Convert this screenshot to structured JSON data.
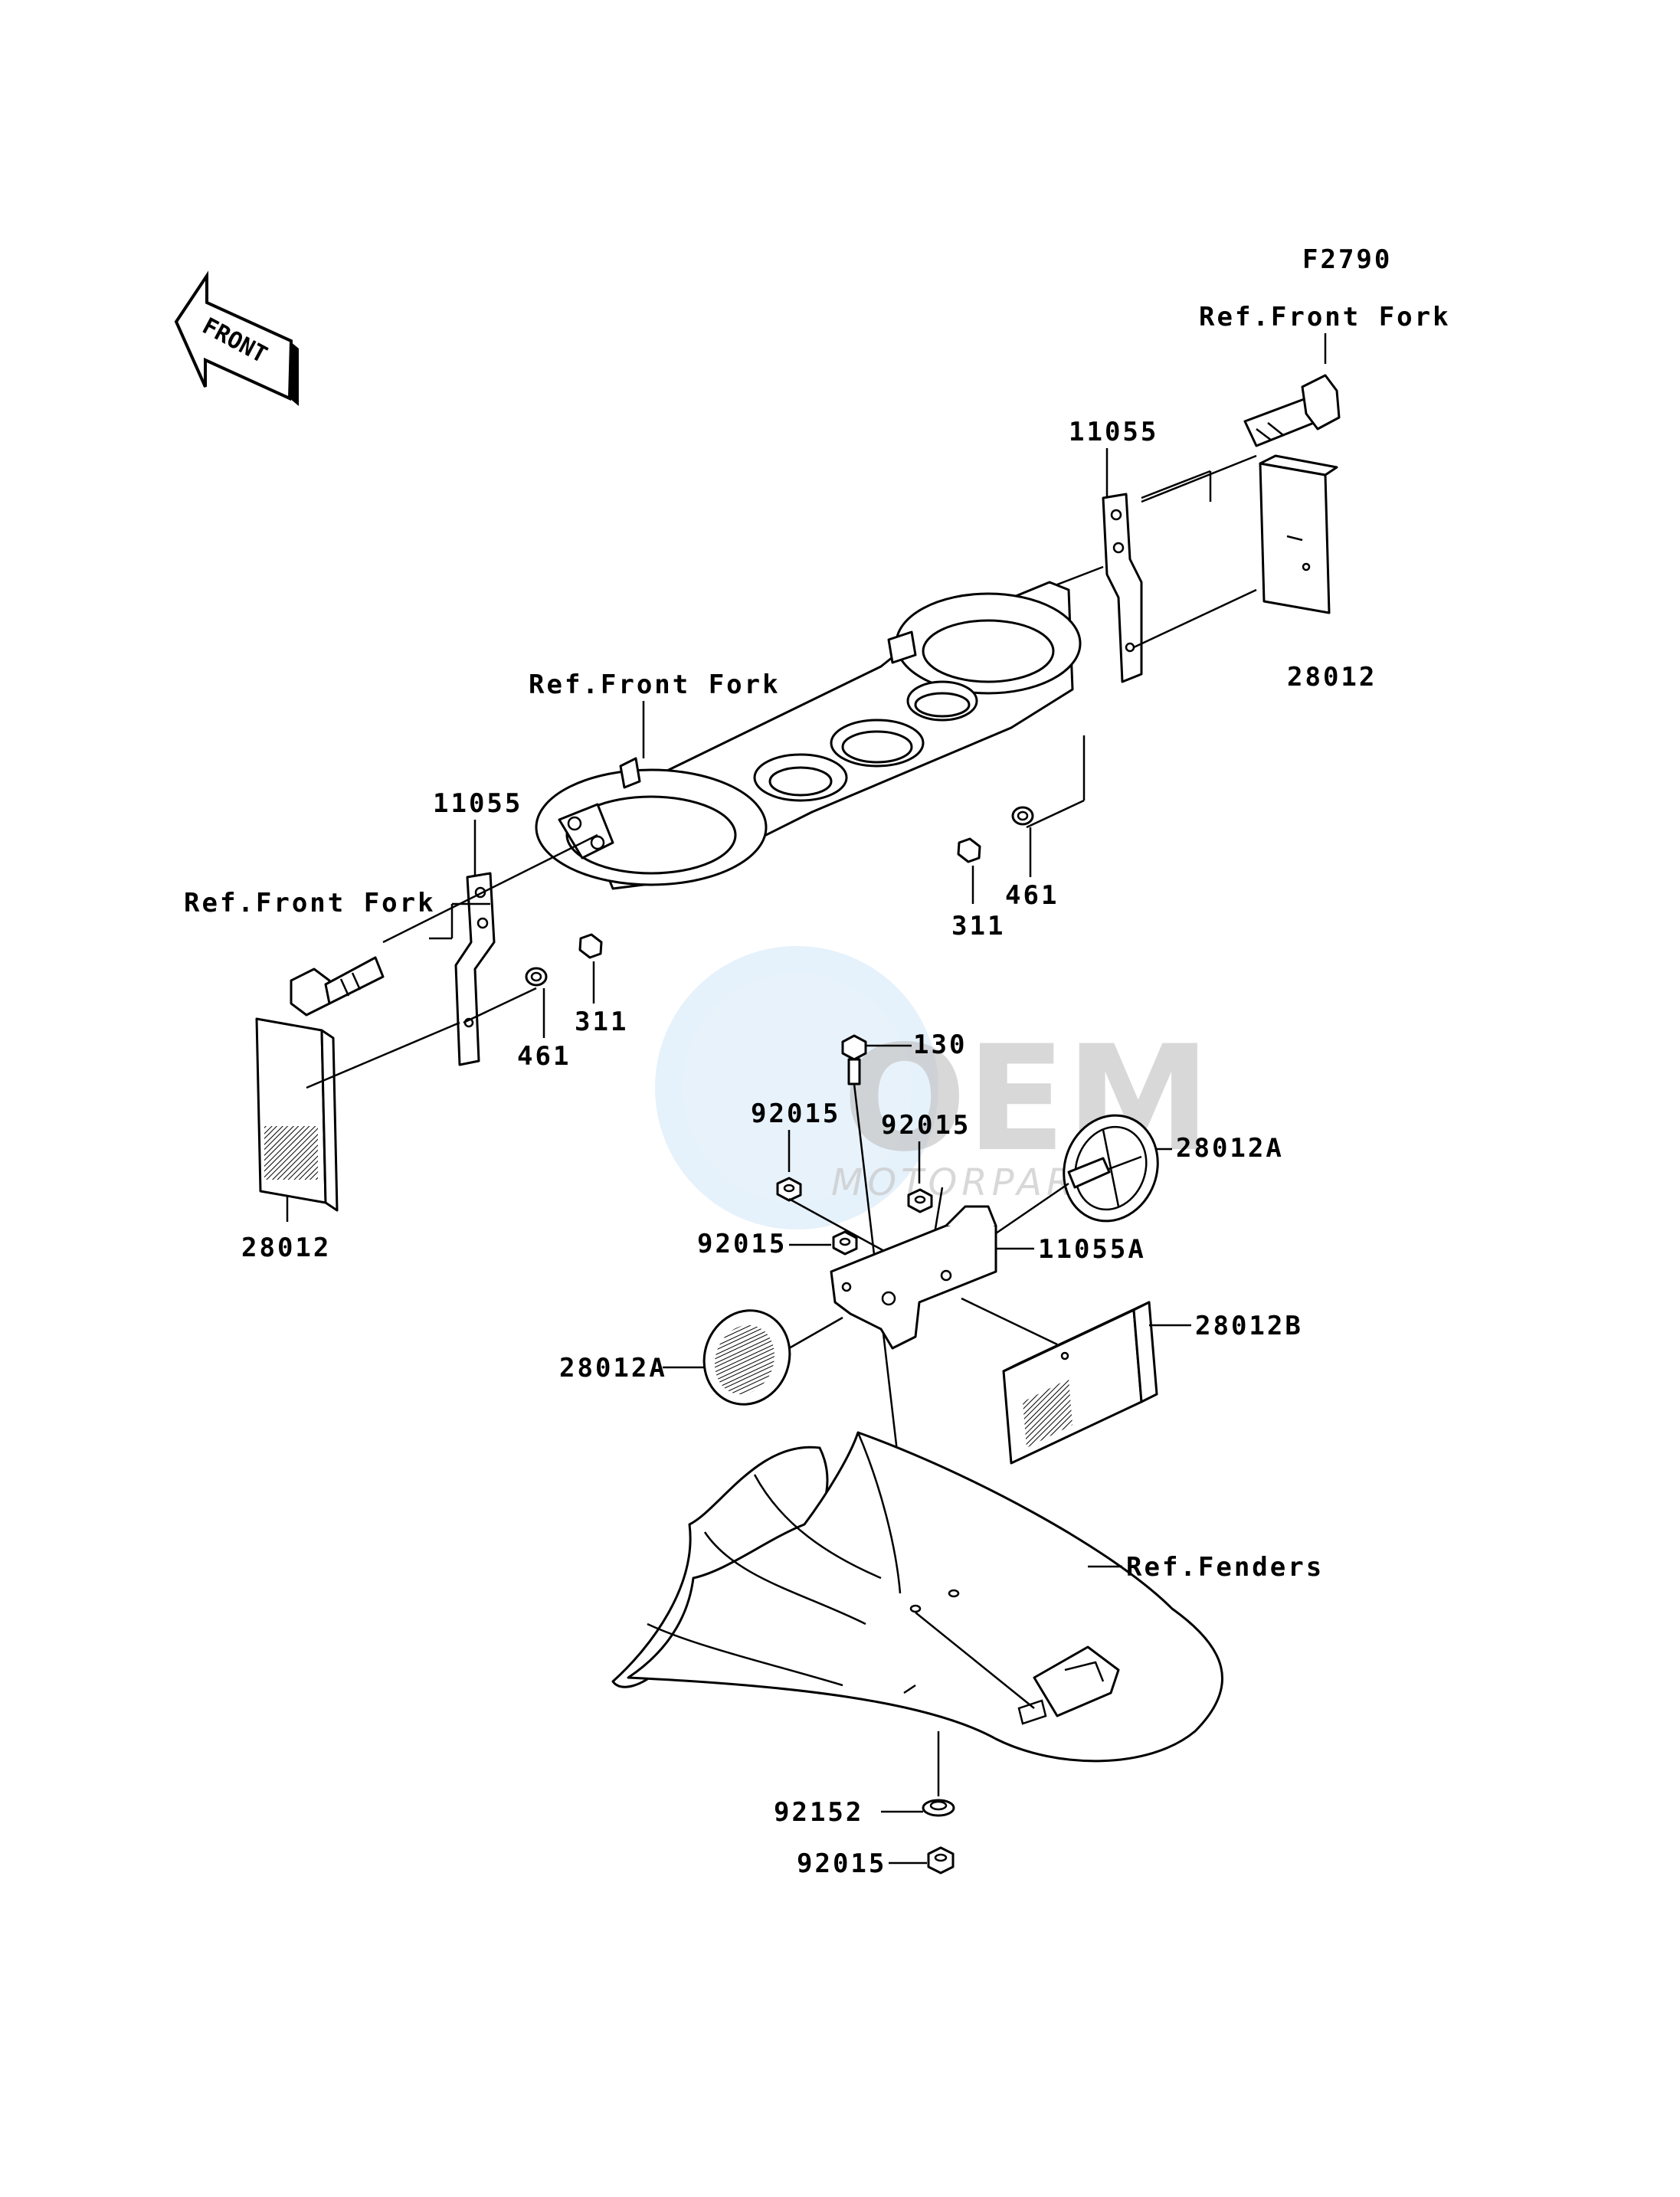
{
  "diagram": {
    "figure_code": "F2790",
    "front_badge": "FRONT",
    "watermark": {
      "brand": "OEM",
      "sub": "MOTORPARTS"
    },
    "callouts": {
      "ref_front_fork_top": "Ref.Front Fork",
      "ref_front_fork_mid": "Ref.Front Fork",
      "ref_front_fork_left": "Ref.Front Fork",
      "ref_fenders": "Ref.Fenders",
      "bracket_right": "11055",
      "bracket_left": "11055",
      "bracket_center": "11055A",
      "reflector_right": "28012",
      "reflector_left": "28012",
      "reflector_round_right": "28012A",
      "reflector_round_left": "28012A",
      "reflector_rect_center": "28012B",
      "nut_311_right": "311",
      "nut_311_left": "311",
      "washer_461_right": "461",
      "washer_461_left": "461",
      "bolt_130": "130",
      "nut_92015_a": "92015",
      "nut_92015_b": "92015",
      "nut_92015_c": "92015",
      "nut_92015_bottom": "92015",
      "grommet_92152": "92152"
    }
  }
}
